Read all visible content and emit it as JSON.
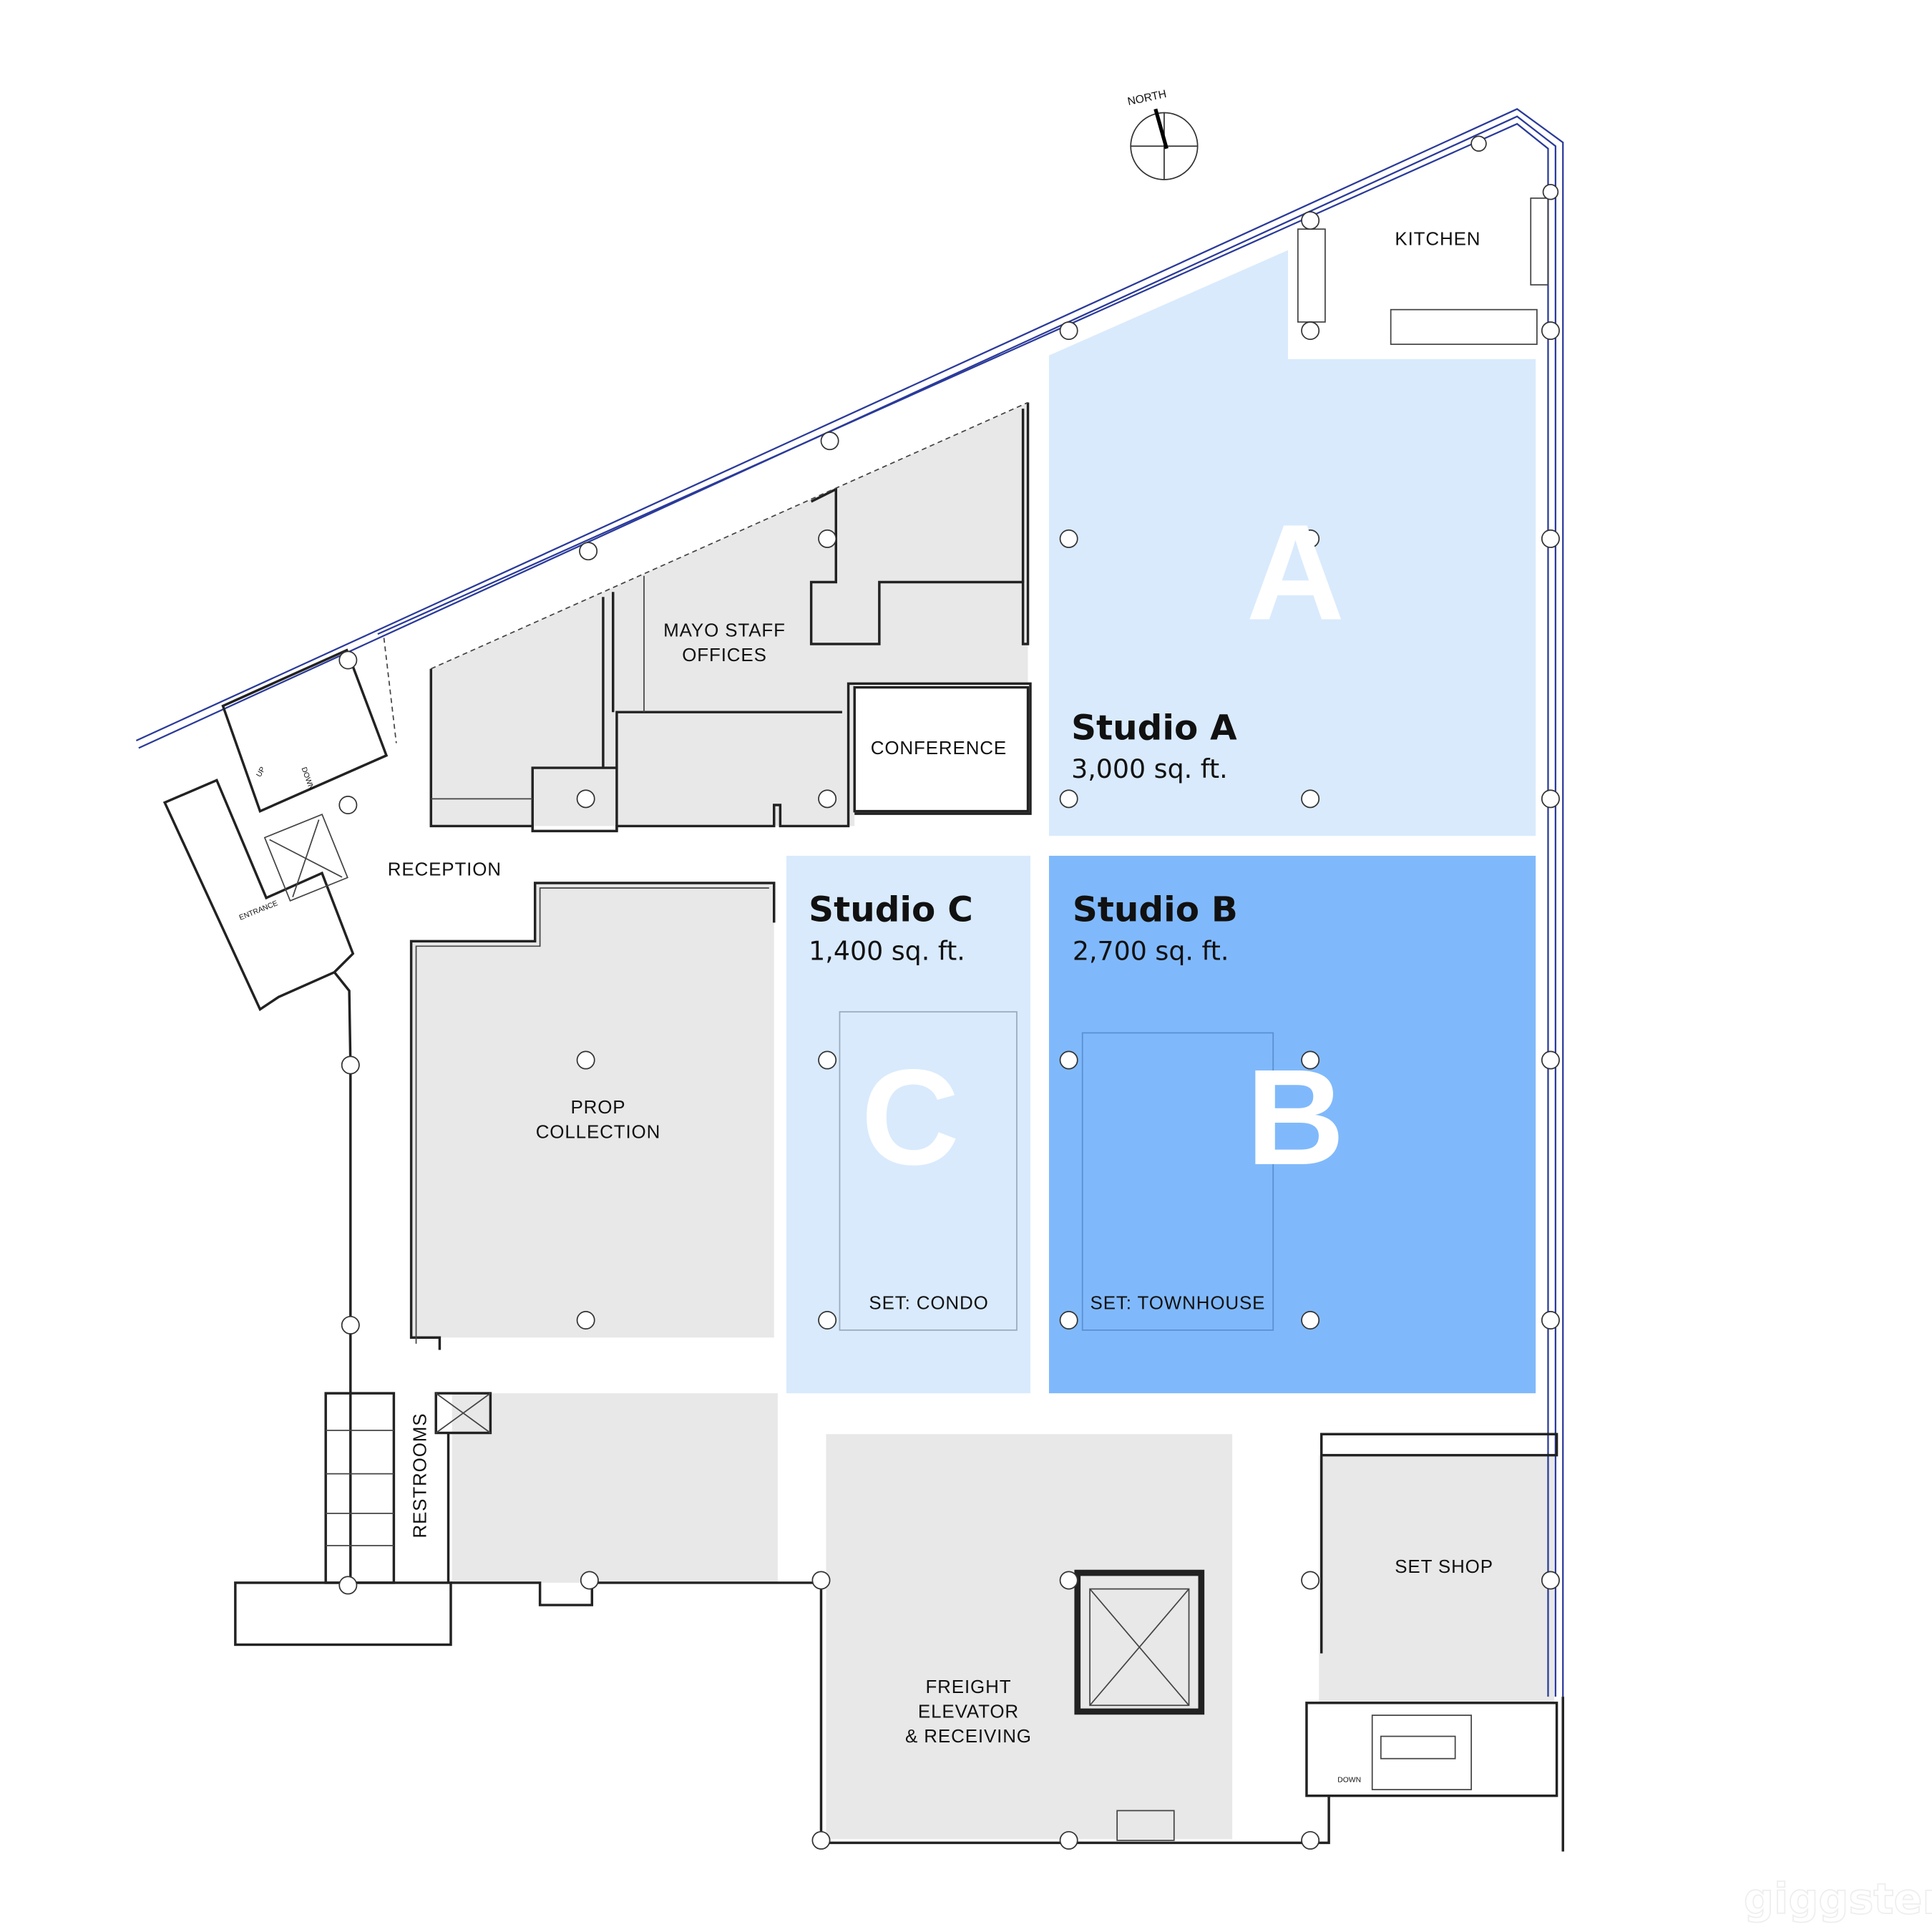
{
  "colors": {
    "studio_light": "#d9eafd",
    "studio_b": "#80b9fb",
    "room_gray": "#e8e8e8",
    "exterior_wall": "#2a3a9a"
  },
  "compass": {
    "label": "NORTH"
  },
  "rooms": {
    "kitchen": "KITCHEN",
    "mayo_offices_1": "MAYO STAFF",
    "mayo_offices_2": "OFFICES",
    "conference": "CONFERENCE",
    "reception": "RECEPTION",
    "entrance": "ENTRANCE",
    "up": "UP",
    "down": "DOWN",
    "prop_1": "PROP",
    "prop_2": "COLLECTION",
    "restrooms": "RESTROOMS",
    "freight_1": "FREIGHT",
    "freight_2": "ELEVATOR",
    "freight_3": "& RECEIVING",
    "set_shop": "SET SHOP",
    "stair_down": "DOWN"
  },
  "studios": [
    {
      "letter": "A",
      "name": "Studio A",
      "area": "3,000 sq. ft."
    },
    {
      "letter": "B",
      "name": "Studio B",
      "area": "2,700 sq. ft.",
      "set": "SET: TOWNHOUSE"
    },
    {
      "letter": "C",
      "name": "Studio C",
      "area": "1,400 sq. ft.",
      "set": "SET: CONDO"
    }
  ],
  "watermark": "giggster"
}
